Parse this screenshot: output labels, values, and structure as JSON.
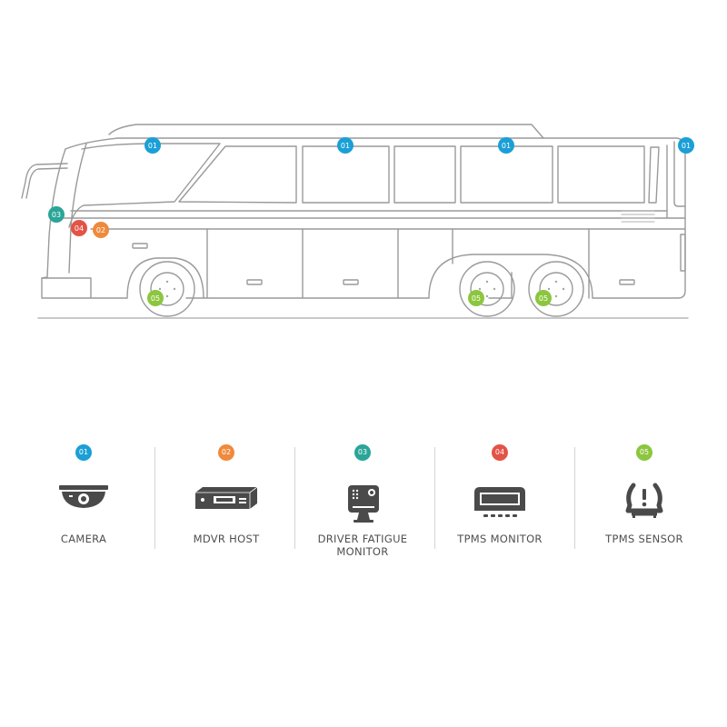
{
  "colors": {
    "camera": "#1a9fd6",
    "mdvr": "#ef8a3c",
    "fatigue": "#2aa597",
    "tpms_monitor": "#e35346",
    "tpms_sensor": "#8cc63f",
    "outline": "#9a9a9a",
    "icon": "#4a4a4a"
  },
  "bus_markers": {
    "cam_1": "01",
    "cam_2": "01",
    "cam_3": "01",
    "cam_4": "01",
    "fatigue": "03",
    "tpms_monitor": "04",
    "mdvr": "02",
    "sensor_1": "05",
    "sensor_2": "05",
    "sensor_3": "05"
  },
  "legend": [
    {
      "num": "01",
      "label": "CAMERA",
      "icon": "dome-camera-icon"
    },
    {
      "num": "02",
      "label": "MDVR HOST",
      "icon": "mdvr-host-icon"
    },
    {
      "num": "03",
      "label": "DRIVER FATIGUE MONITOR",
      "icon": "fatigue-monitor-icon"
    },
    {
      "num": "04",
      "label": "TPMS MONITOR",
      "icon": "tpms-monitor-icon"
    },
    {
      "num": "05",
      "label": "TPMS SENSOR",
      "icon": "tpms-sensor-icon"
    }
  ]
}
